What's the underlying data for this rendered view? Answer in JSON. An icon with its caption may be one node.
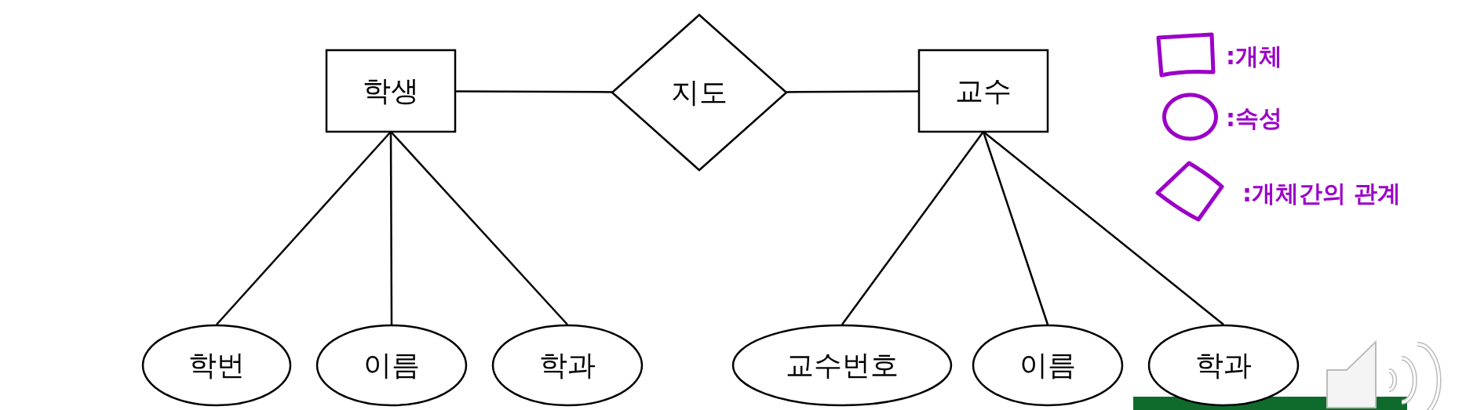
{
  "diagram": {
    "nodes": [
      {
        "text": [
          "학생"
        ]
      },
      {
        "text": [
          "지도"
        ]
      },
      {
        "text": [
          "교수"
        ]
      },
      {
        "text": [
          "학번"
        ]
      },
      {
        "text": [
          "이름"
        ]
      },
      {
        "text": [
          "학과"
        ]
      },
      {
        "text": [
          "교수번호"
        ]
      },
      {
        "text": [
          "이름"
        ]
      },
      {
        "text": [
          "학과"
        ]
      }
    ],
    "edges": [
      {
        "from": 0,
        "to": 1,
        "arrow": "none"
      },
      {
        "from": 1,
        "to": 2,
        "arrow": "none"
      },
      {
        "from": 0,
        "to": 3,
        "arrow": "none"
      },
      {
        "from": 0,
        "to": 4,
        "arrow": "none"
      },
      {
        "from": 0,
        "to": 5,
        "arrow": "none"
      },
      {
        "from": 2,
        "to": 6,
        "arrow": "none"
      },
      {
        "from": 2,
        "to": 7,
        "arrow": "none"
      },
      {
        "from": 2,
        "to": 8,
        "arrow": "none"
      }
    ],
    "legend": [
      {
        "text": ":개체"
      },
      {
        "text": ":속성"
      },
      {
        "text": ":개체간의 관계"
      }
    ]
  }
}
